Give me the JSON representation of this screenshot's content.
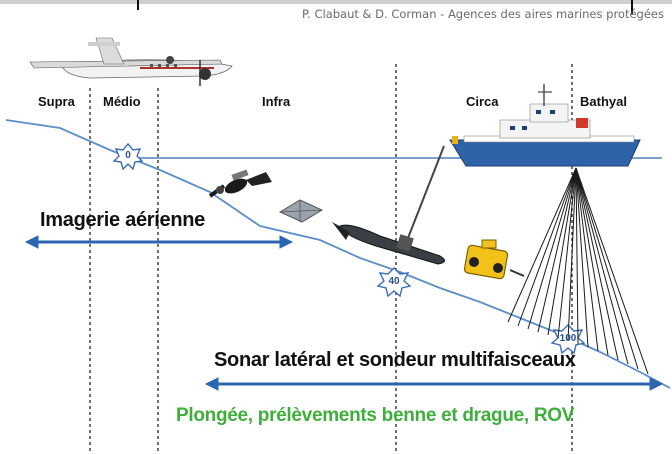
{
  "credit": "P. Clabaut & D. Corman - Agences des aires marines protégées",
  "zones": {
    "supra": "Supra",
    "medio": "Médio",
    "infra": "Infra",
    "circa": "Circa",
    "bathyal": "Bathyal"
  },
  "depth_markers": {
    "d0": "0",
    "d40": "40",
    "d100": "100"
  },
  "labels": {
    "aerial": "Imagerie aérienne",
    "sonar": "Sonar latéral et sondeur multifaisceaux",
    "dive": "Plongée, prélèvements benne et drague, ROV"
  },
  "colors": {
    "seabed": "#5b8fc9",
    "arrow": "#2b66b0",
    "dive_text": "#3fae3a",
    "ship_hull": "#2f63a8",
    "rov": "#f2c21b"
  },
  "icons": [
    "airplane-icon",
    "ship-icon",
    "diver-icon",
    "auv-icon",
    "rov-icon",
    "sonar-fish-icon"
  ]
}
